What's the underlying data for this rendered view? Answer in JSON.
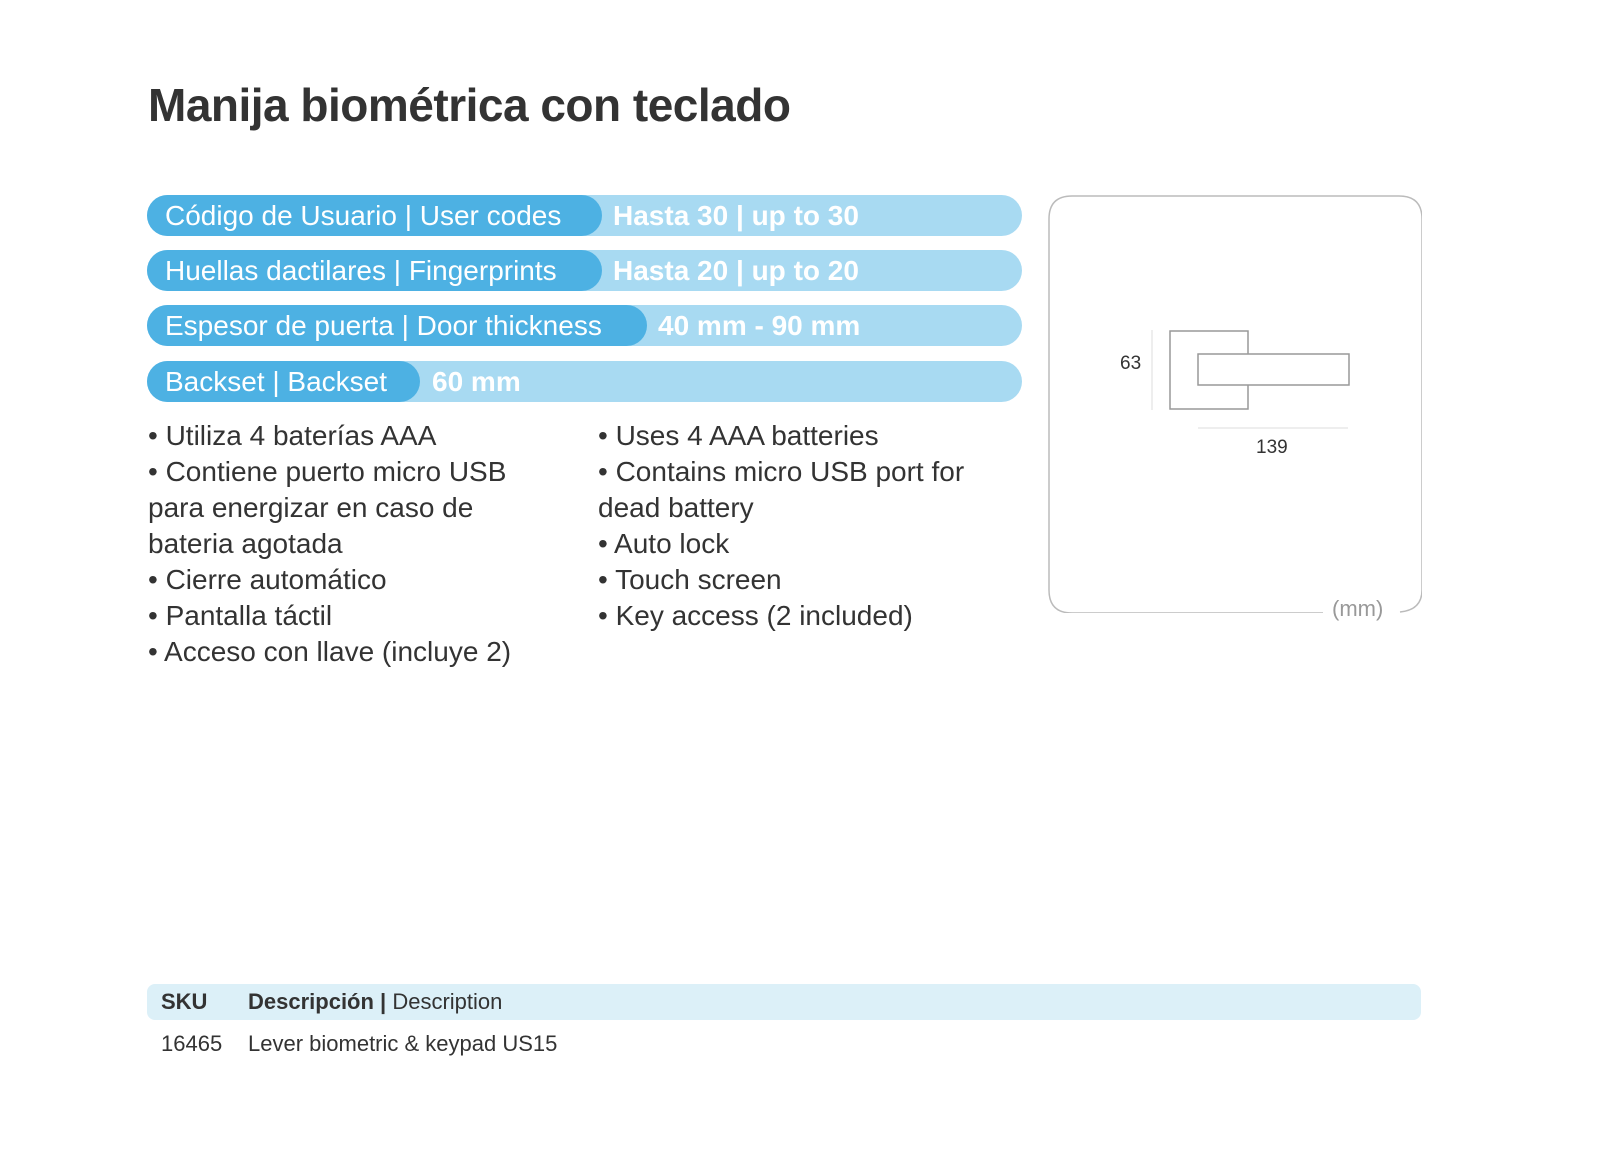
{
  "title": "Manija biométrica con teclado",
  "specs": [
    {
      "label": "Código de Usuario | User codes",
      "value": "Hasta 30 | up to 30"
    },
    {
      "label": "Huellas dactilares | Fingerprints",
      "value": "Hasta 20 | up to 20"
    },
    {
      "label": "Espesor de puerta | Door thickness",
      "value": "40 mm - 90 mm"
    },
    {
      "label": "Backset | Backset",
      "value": "60 mm"
    }
  ],
  "features_es": [
    "• Utiliza 4 baterías AAA",
    "• Contiene puerto micro USB",
    "para energizar en caso de",
    "bateria agotada",
    "• Cierre automático",
    "• Pantalla táctil",
    "• Acceso con llave (incluye 2)"
  ],
  "features_en": [
    "• Uses 4 AAA batteries",
    "• Contains micro USB port for",
    "dead battery",
    "• Auto lock",
    "• Touch screen",
    "• Key access (2 included)"
  ],
  "diagram": {
    "height": "63",
    "width": "139",
    "unit": "(mm)"
  },
  "table": {
    "header": {
      "sku": "SKU",
      "desc_es": "Descripción |",
      "desc_en": " Description"
    },
    "rows": [
      {
        "sku": "16465",
        "description": "Lever biometric & keypad US15"
      }
    ]
  },
  "colors": {
    "dark": "#4db1e3",
    "light": "#a8daf2",
    "table_header": "#dcf0f8"
  }
}
